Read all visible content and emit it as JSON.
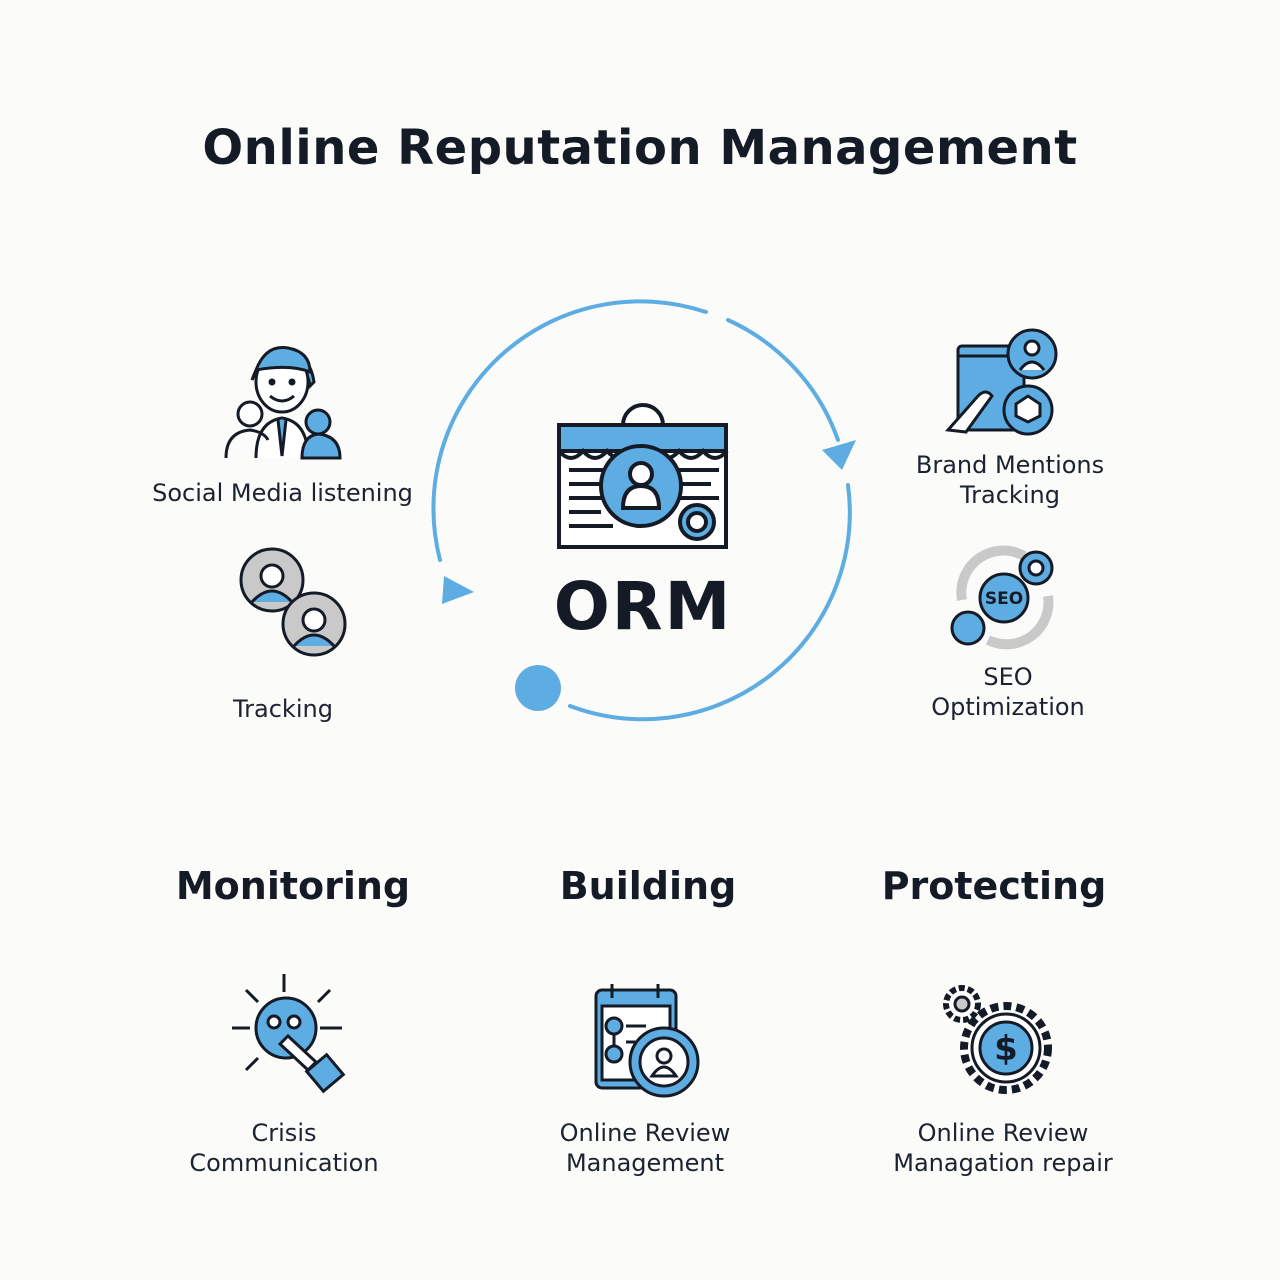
{
  "title": "Online Reputation Management",
  "center": {
    "label": "ORM"
  },
  "features": {
    "social_media_listening": "Social Media listening",
    "tracking": "Tracking",
    "brand_mentions": [
      "Brand Mentions",
      "Tracking"
    ],
    "seo": [
      "SEO",
      "Optimization"
    ],
    "seo_badge": "SEO"
  },
  "categories": [
    "Monitoring",
    "Building",
    "Protecting"
  ],
  "bottom_items": [
    [
      "Crisis",
      "Communication"
    ],
    [
      "Online Review",
      "Management"
    ],
    [
      "Online Review",
      "Managation repair"
    ]
  ],
  "colors": {
    "accent": "#5dade2",
    "dark": "#151b26",
    "grey": "#c9c9c9"
  }
}
